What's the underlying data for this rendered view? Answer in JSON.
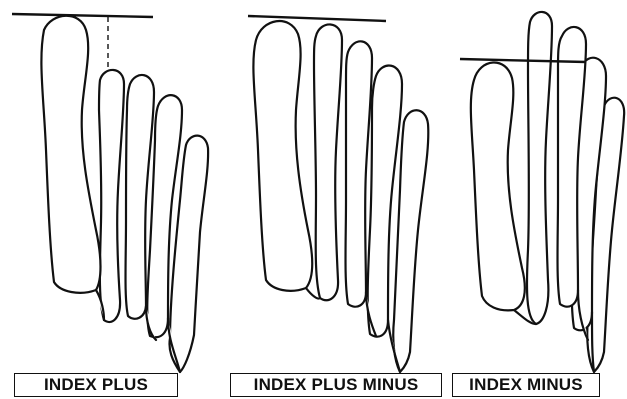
{
  "panels": [
    {
      "id": "index-plus",
      "label": "INDEX PLUS"
    },
    {
      "id": "index-plus-minus",
      "label": "INDEX PLUS MINUS"
    },
    {
      "id": "index-minus",
      "label": "INDEX MINUS"
    }
  ],
  "colors": {
    "line": "#111111",
    "background": "#ffffff"
  }
}
